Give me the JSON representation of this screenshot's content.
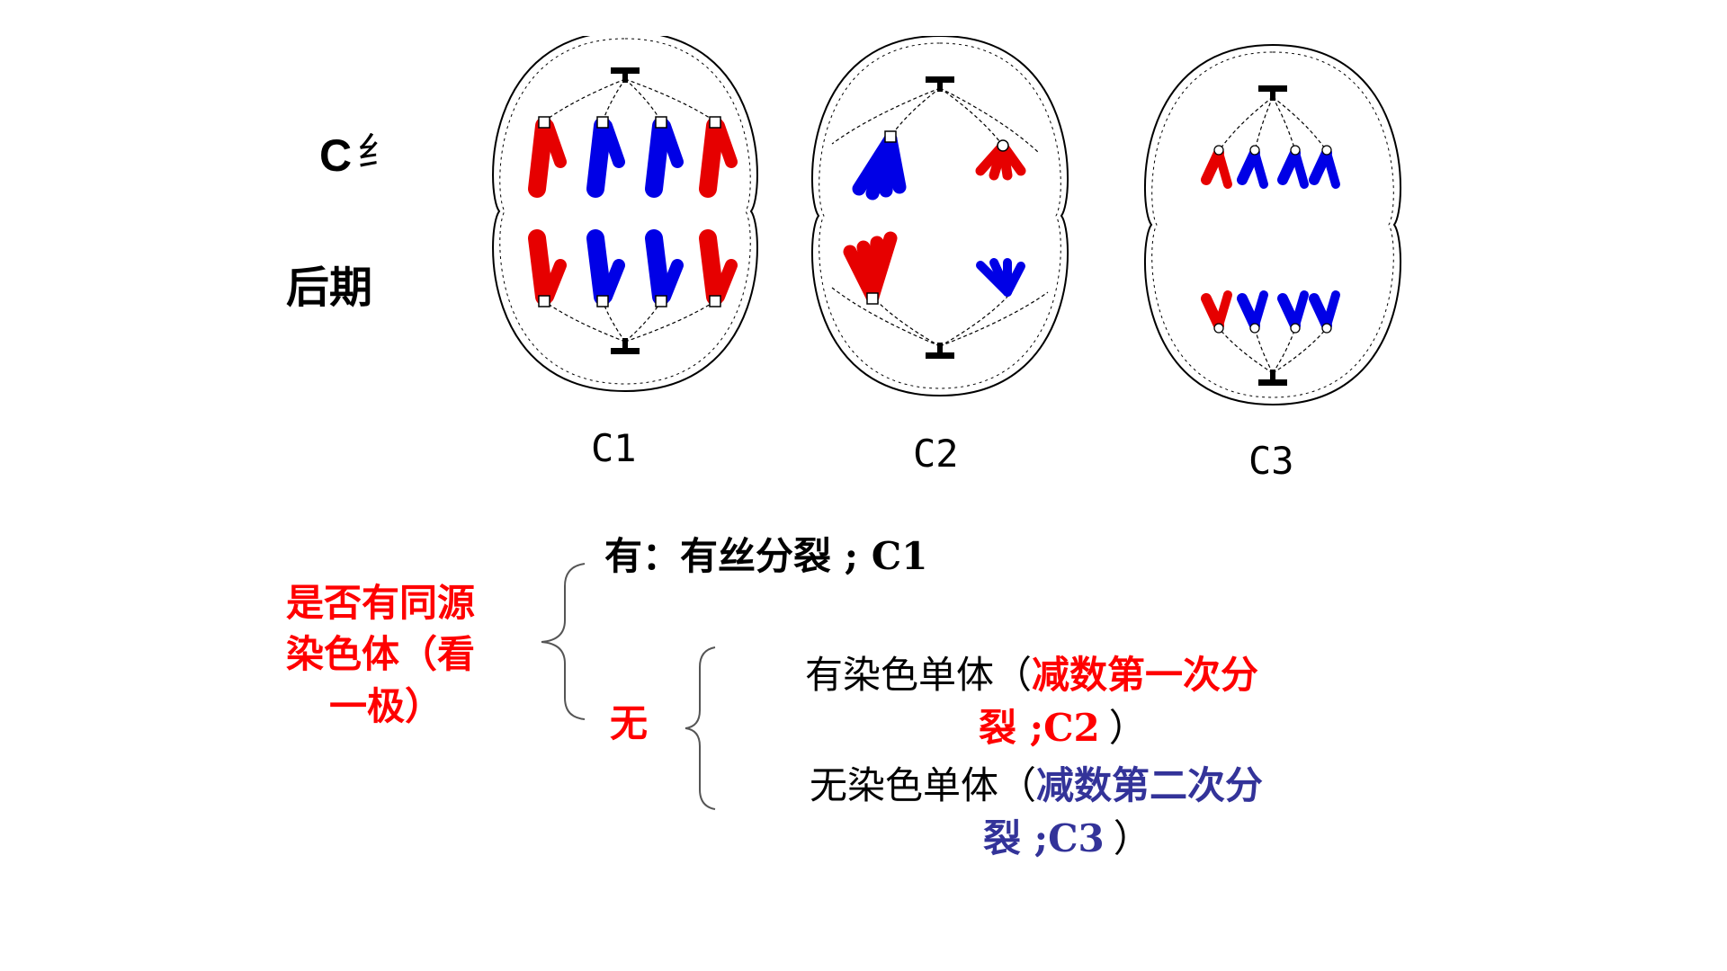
{
  "side_labels": {
    "top": "C",
    "top_cut": "纟",
    "bottom": "后期"
  },
  "cells": [
    {
      "id": "C1",
      "label": "C1"
    },
    {
      "id": "C2",
      "label": "C2"
    },
    {
      "id": "C3",
      "label": "C3"
    }
  ],
  "key": {
    "question": [
      "是否有同源",
      "染色体（看",
      "一极）"
    ],
    "yes_line": {
      "prefix": "有：有丝分裂",
      "sep": " ; ",
      "cell": "C1"
    },
    "no_label": "无",
    "with_chromatid": {
      "prefix": "有染色单体（",
      "detail": "减数第一次分",
      "detail2": "裂 ;C2",
      "close": "）"
    },
    "without_chromatid": {
      "prefix": "无染色单体（",
      "detail": "减数第二次分",
      "detail2": "裂 ;C3",
      "close": "）"
    }
  },
  "colors": {
    "red": "#ff0000",
    "blue": "#333399",
    "chromosome_red": "#e60000",
    "chromosome_blue": "#0000e6"
  }
}
